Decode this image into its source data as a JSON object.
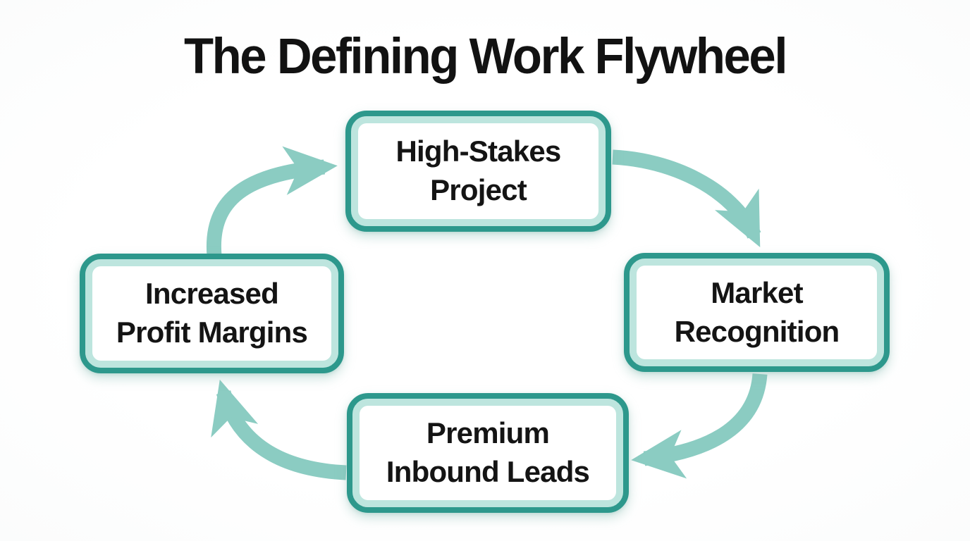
{
  "title": "The Defining Work Flywheel",
  "diagram": {
    "type": "flywheel-cycle",
    "direction": "clockwise",
    "nodes": [
      {
        "id": "high-stakes-project",
        "position": "top",
        "line1": "High-Stakes",
        "line2": "Project"
      },
      {
        "id": "market-recognition",
        "position": "right",
        "line1": "Market",
        "line2": "Recognition"
      },
      {
        "id": "premium-inbound-leads",
        "position": "bottom",
        "line1": "Premium",
        "line2": "Inbound Leads"
      },
      {
        "id": "increased-profit-margins",
        "position": "left",
        "line1": "Increased",
        "line2": "Profit Margins"
      }
    ],
    "edges": [
      {
        "from": "high-stakes-project",
        "to": "market-recognition"
      },
      {
        "from": "market-recognition",
        "to": "premium-inbound-leads"
      },
      {
        "from": "premium-inbound-leads",
        "to": "increased-profit-margins"
      },
      {
        "from": "increased-profit-margins",
        "to": "high-stakes-project"
      }
    ]
  },
  "colors": {
    "arrow": "#8bccc2",
    "node_border": "#2d988c",
    "node_inner_ring": "#bde5de",
    "node_fill": "#ffffff",
    "text": "#141414",
    "background": "#fdfdfd"
  }
}
